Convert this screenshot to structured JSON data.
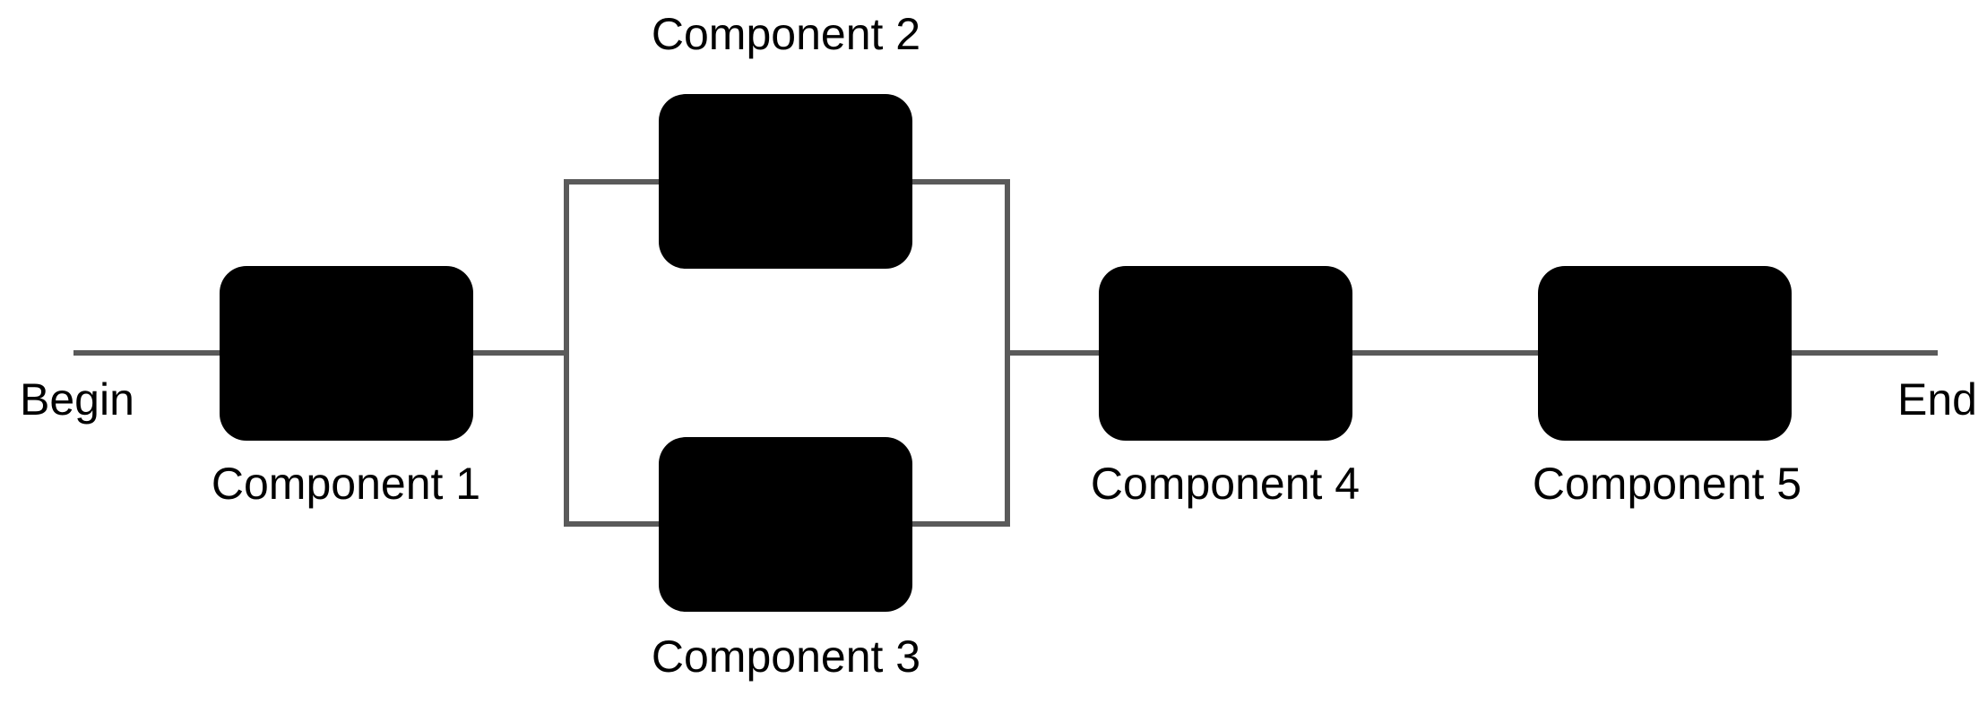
{
  "diagram": {
    "type": "reliability-block-diagram",
    "endpoints": {
      "begin": "Begin",
      "end": "End"
    },
    "components": [
      {
        "label": "Component 1",
        "arrangement": "series"
      },
      {
        "label": "Component 2",
        "arrangement": "parallel-top"
      },
      {
        "label": "Component 3",
        "arrangement": "parallel-bottom"
      },
      {
        "label": "Component 4",
        "arrangement": "series"
      },
      {
        "label": "Component 5",
        "arrangement": "series"
      }
    ],
    "connections": [
      "Begin → Component 1",
      "Component 1 → Component 2",
      "Component 1 → Component 3",
      "Component 2 → Component 4",
      "Component 3 → Component 4",
      "Component 4 → Component 5",
      "Component 5 → End"
    ],
    "colors": {
      "block_fill": "#000000",
      "connector": "#5a5a5a",
      "label_text": "#000000",
      "background": "#ffffff"
    }
  }
}
